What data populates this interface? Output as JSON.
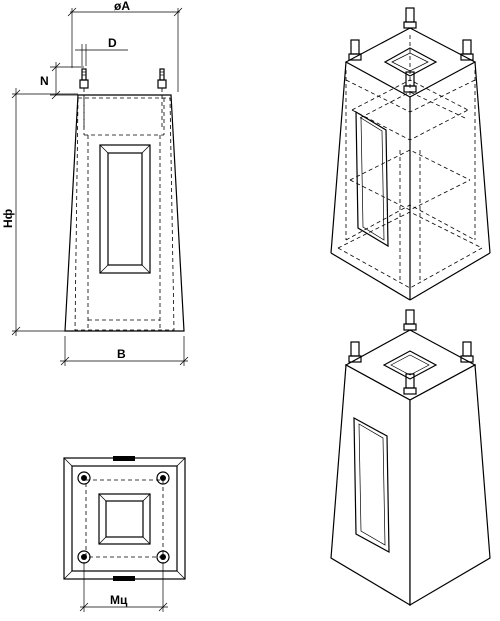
{
  "labels": {
    "a": "øA",
    "d": "D",
    "n": "N",
    "h": "Hф",
    "b": "B",
    "m": "Mц"
  },
  "colors": {
    "line": "#000000",
    "background": "#ffffff"
  }
}
